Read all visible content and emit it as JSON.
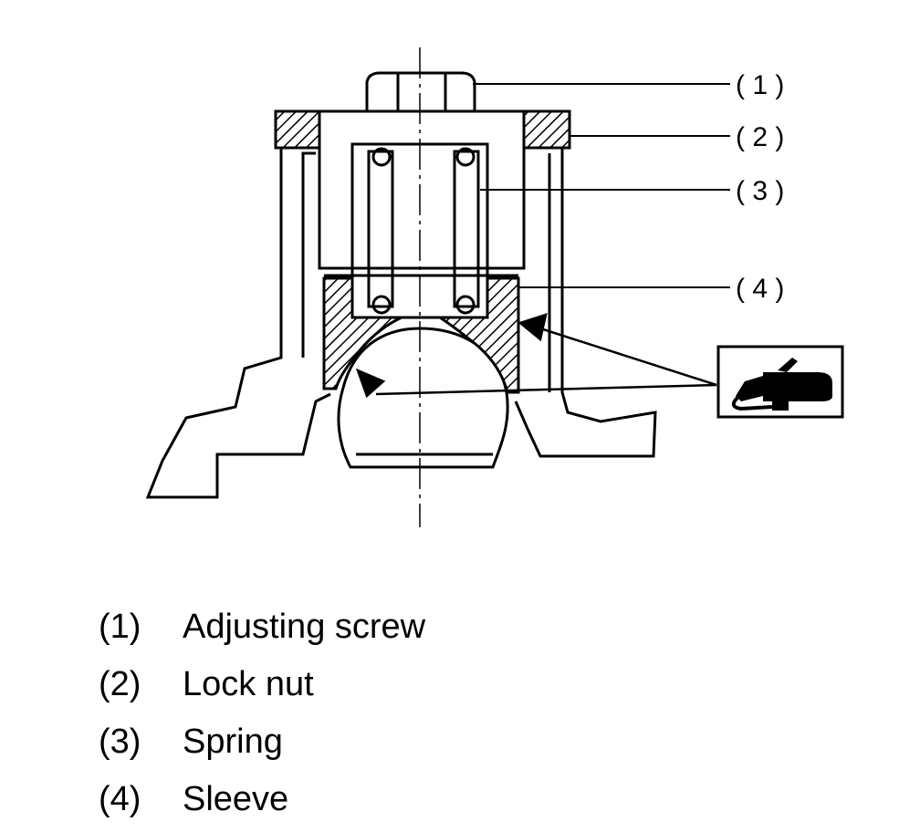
{
  "callouts": [
    "( 1 )",
    "( 2 )",
    "( 3 )",
    "( 4 )"
  ],
  "legend": [
    {
      "number": "(1)",
      "label": "Adjusting screw"
    },
    {
      "number": "(2)",
      "label": "Lock nut"
    },
    {
      "number": "(3)",
      "label": "Spring"
    },
    {
      "number": "(4)",
      "label": "Sleeve"
    }
  ],
  "icons": {
    "grease": "grease-gun-icon"
  },
  "colors": {
    "ink": "#000000",
    "background": "#ffffff"
  }
}
